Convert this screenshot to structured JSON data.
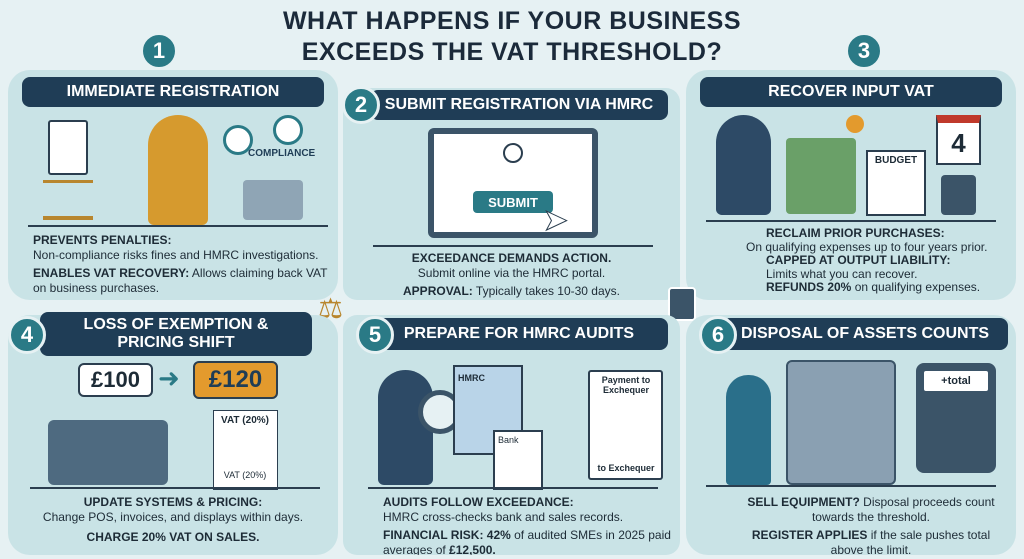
{
  "title": {
    "line1": "WHAT HAPPENS IF YOUR BUSINESS",
    "line2": "EXCEEDS THE VAT THRESHOLD?"
  },
  "colors": {
    "background": "#e6f1f3",
    "panel": "#c9e3e6",
    "header": "#1f3d56",
    "badge": "#2a7a86",
    "accent": "#e39a2d"
  },
  "panels": [
    {
      "number": "1",
      "header": "IMMEDIATE REGISTRATION",
      "illustration": {
        "label": "COMPLIANCE",
        "icons": [
          "checklist-icon",
          "scales-icon",
          "checkmark-icon",
          "laptop-icon"
        ]
      },
      "p1_bold": "PREVENTS PENALTIES:",
      "p1": "Non-compliance risks fines and HMRC investigations.",
      "p2_bold": "ENABLES VAT RECOVERY:",
      "p2": " Allows claiming back VAT on business purchases."
    },
    {
      "number": "2",
      "header": "SUBMIT REGISTRATION VIA HMRC",
      "illustration": {
        "button": "SUBMIT",
        "icons": [
          "monitor-icon",
          "cursor-icon",
          "crest-icon"
        ]
      },
      "p1_bold": "EXCEEDANCE DEMANDS ACTION.",
      "p1": "Submit online via the HMRC portal.",
      "p2_bold": "APPROVAL:",
      "p2": " Typically takes 10-30 days."
    },
    {
      "number": "3",
      "header": "RECOVER INPUT VAT",
      "illustration": {
        "doc": "BUDGET",
        "calendar": "4",
        "icons": [
          "money-stack-icon",
          "calendar-icon",
          "calculator-icon"
        ]
      },
      "p1_bold": "RECLAIM PRIOR PURCHASES:",
      "p1": "On qualifying expenses up to four years prior.",
      "p2_bold": "CAPPED AT OUTPUT LIABILITY:",
      "p2": "Limits what you can recover.",
      "p3_bold": "REFUNDS 20%",
      "p3": " on qualifying expenses."
    },
    {
      "number": "4",
      "header": "LOSS OF EXEMPTION & PRICING SHIFT",
      "illustration": {
        "old_price": "£100",
        "new_price": "£120",
        "receipt1": "VAT (20%)",
        "receipt2": "VAT (20%)",
        "icons": [
          "cash-register-icon",
          "receipt-icon"
        ]
      },
      "p1_bold": "UPDATE SYSTEMS & PRICING:",
      "p1": "Change POS, invoices, and displays within days.",
      "p2_bold": "CHARGE 20% VAT ON SALES."
    },
    {
      "number": "5",
      "header": "PREPARE FOR HMRC AUDITS",
      "illustration": {
        "doc1": "HMRC",
        "doc2": "Bank",
        "chart_top": "Payment to Exchequer",
        "chart_bottom": "to Exchequer",
        "icons": [
          "magnifier-icon",
          "document-icon",
          "bar-chart-icon"
        ]
      },
      "p1_bold": "AUDITS FOLLOW EXCEEDANCE:",
      "p1": "HMRC cross-checks bank and sales records.",
      "p2_bold": "FINANCIAL RISK: 42%",
      "p2": " of audited SMEs in 2025 paid averages of ",
      "p2_end": "£12,500."
    },
    {
      "number": "6",
      "header": "DISPOSAL OF ASSETS COUNTS",
      "illustration": {
        "calc_display": "+total",
        "icons": [
          "machine-icon",
          "worker-icon",
          "calculator-icon"
        ]
      },
      "p1_bold": "SELL EQUIPMENT?",
      "p1": " Disposal proceeds count towards the threshold.",
      "p2_bold": "REGISTER APPLIES",
      "p2": " if the sale pushes total above the limit."
    }
  ]
}
